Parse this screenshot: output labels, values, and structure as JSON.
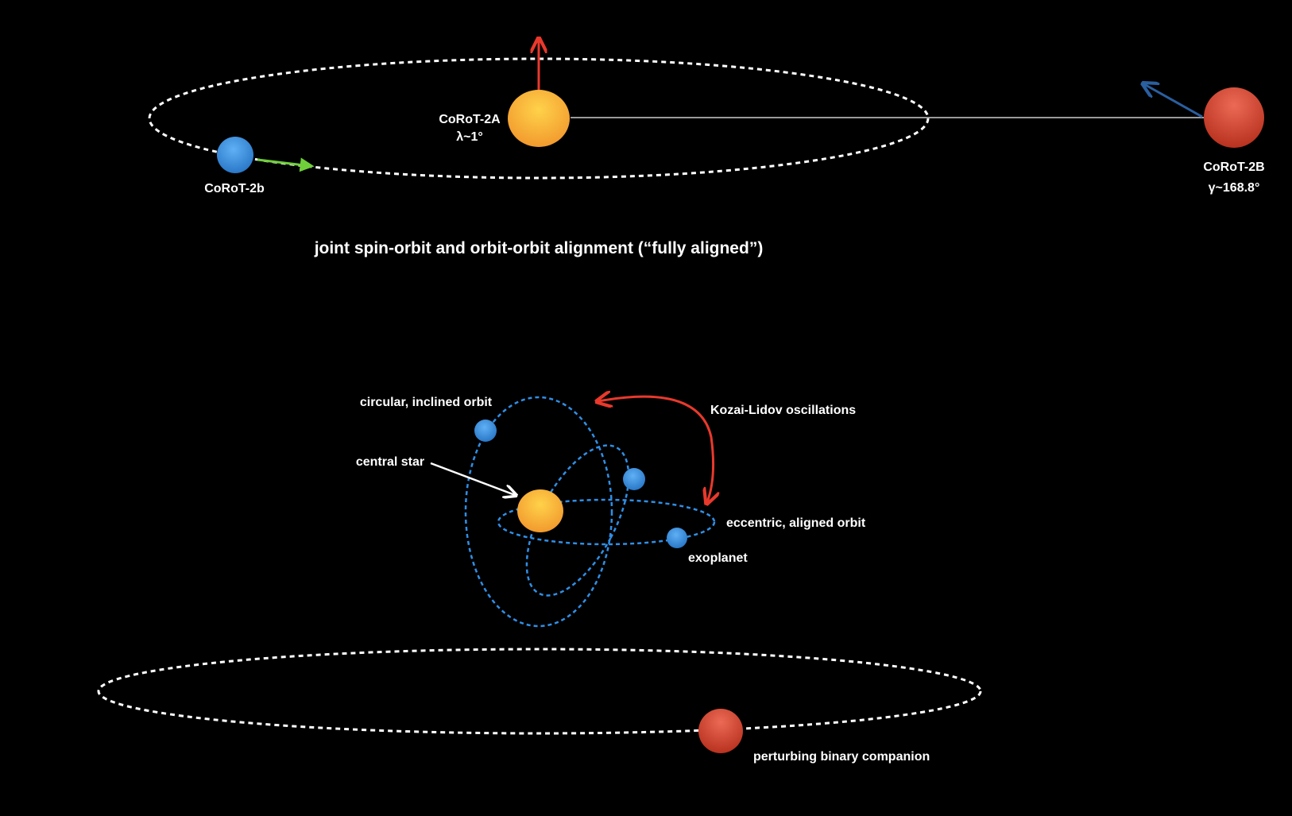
{
  "colors": {
    "background": "#000000",
    "orbit_white": "#ffffff",
    "orbit_blue": "#2f8fe6",
    "star": "#f7b733",
    "planet": "#3d8fdd",
    "companion": "#d9513f",
    "spin_arrow": "#e8392c",
    "velocity_arrow": "#6fcf3a",
    "companion_arrow": "#1f4f8a",
    "kozai_arrow": "#e8392c",
    "connector": "#9a9a9a"
  },
  "top_panel": {
    "planet_label": "CoRoT-2b",
    "star_label": "CoRoT-2A",
    "star_angle": "λ~1°",
    "companion_label": "CoRoT-2B",
    "companion_angle": "γ~168.8°",
    "caption": "joint spin-orbit and orbit-orbit alignment (“fully aligned”)"
  },
  "bottom_panel": {
    "inclined_orbit_label": "circular, inclined orbit",
    "central_star_label": "central star",
    "kozai_label": "Kozai-Lidov oscillations",
    "aligned_orbit_label": "eccentric, aligned orbit",
    "exoplanet_label": "exoplanet",
    "companion_label": "perturbing binary companion"
  }
}
